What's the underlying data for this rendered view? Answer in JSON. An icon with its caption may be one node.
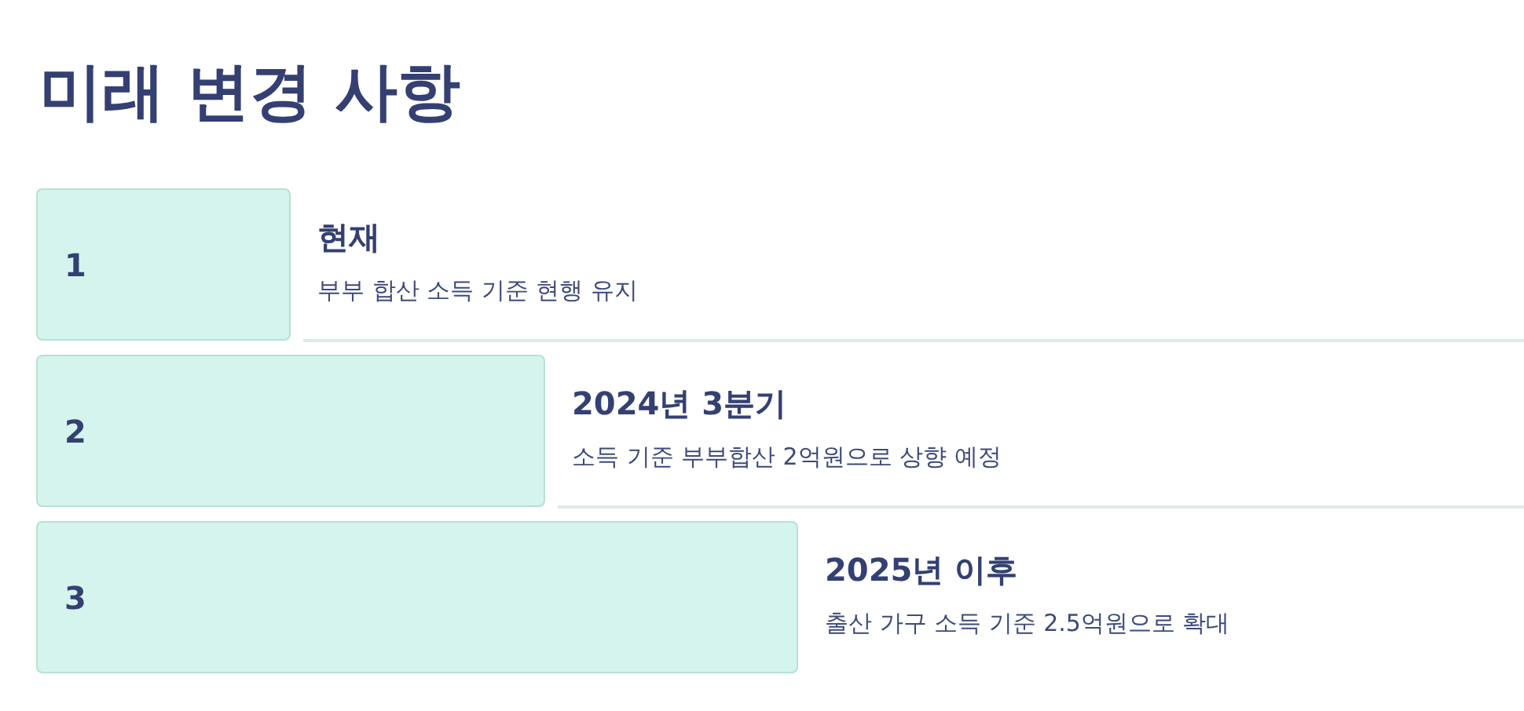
{
  "diagram": {
    "title": "미래 변경 사항",
    "nodes": [
      {
        "text": [
          "1"
        ],
        "beside": [
          "현재",
          "부부 합산 소득 기준 현행 유지"
        ]
      },
      {
        "text": [
          "2"
        ],
        "beside": [
          "2024년 3분기",
          "소득 기준 부부합산 2억원으로 상향 예정"
        ]
      },
      {
        "text": [
          "3"
        ],
        "beside": [
          "2025년 이후",
          "출산 가구 소득 기준 2.5억원으로 확대"
        ]
      }
    ]
  }
}
